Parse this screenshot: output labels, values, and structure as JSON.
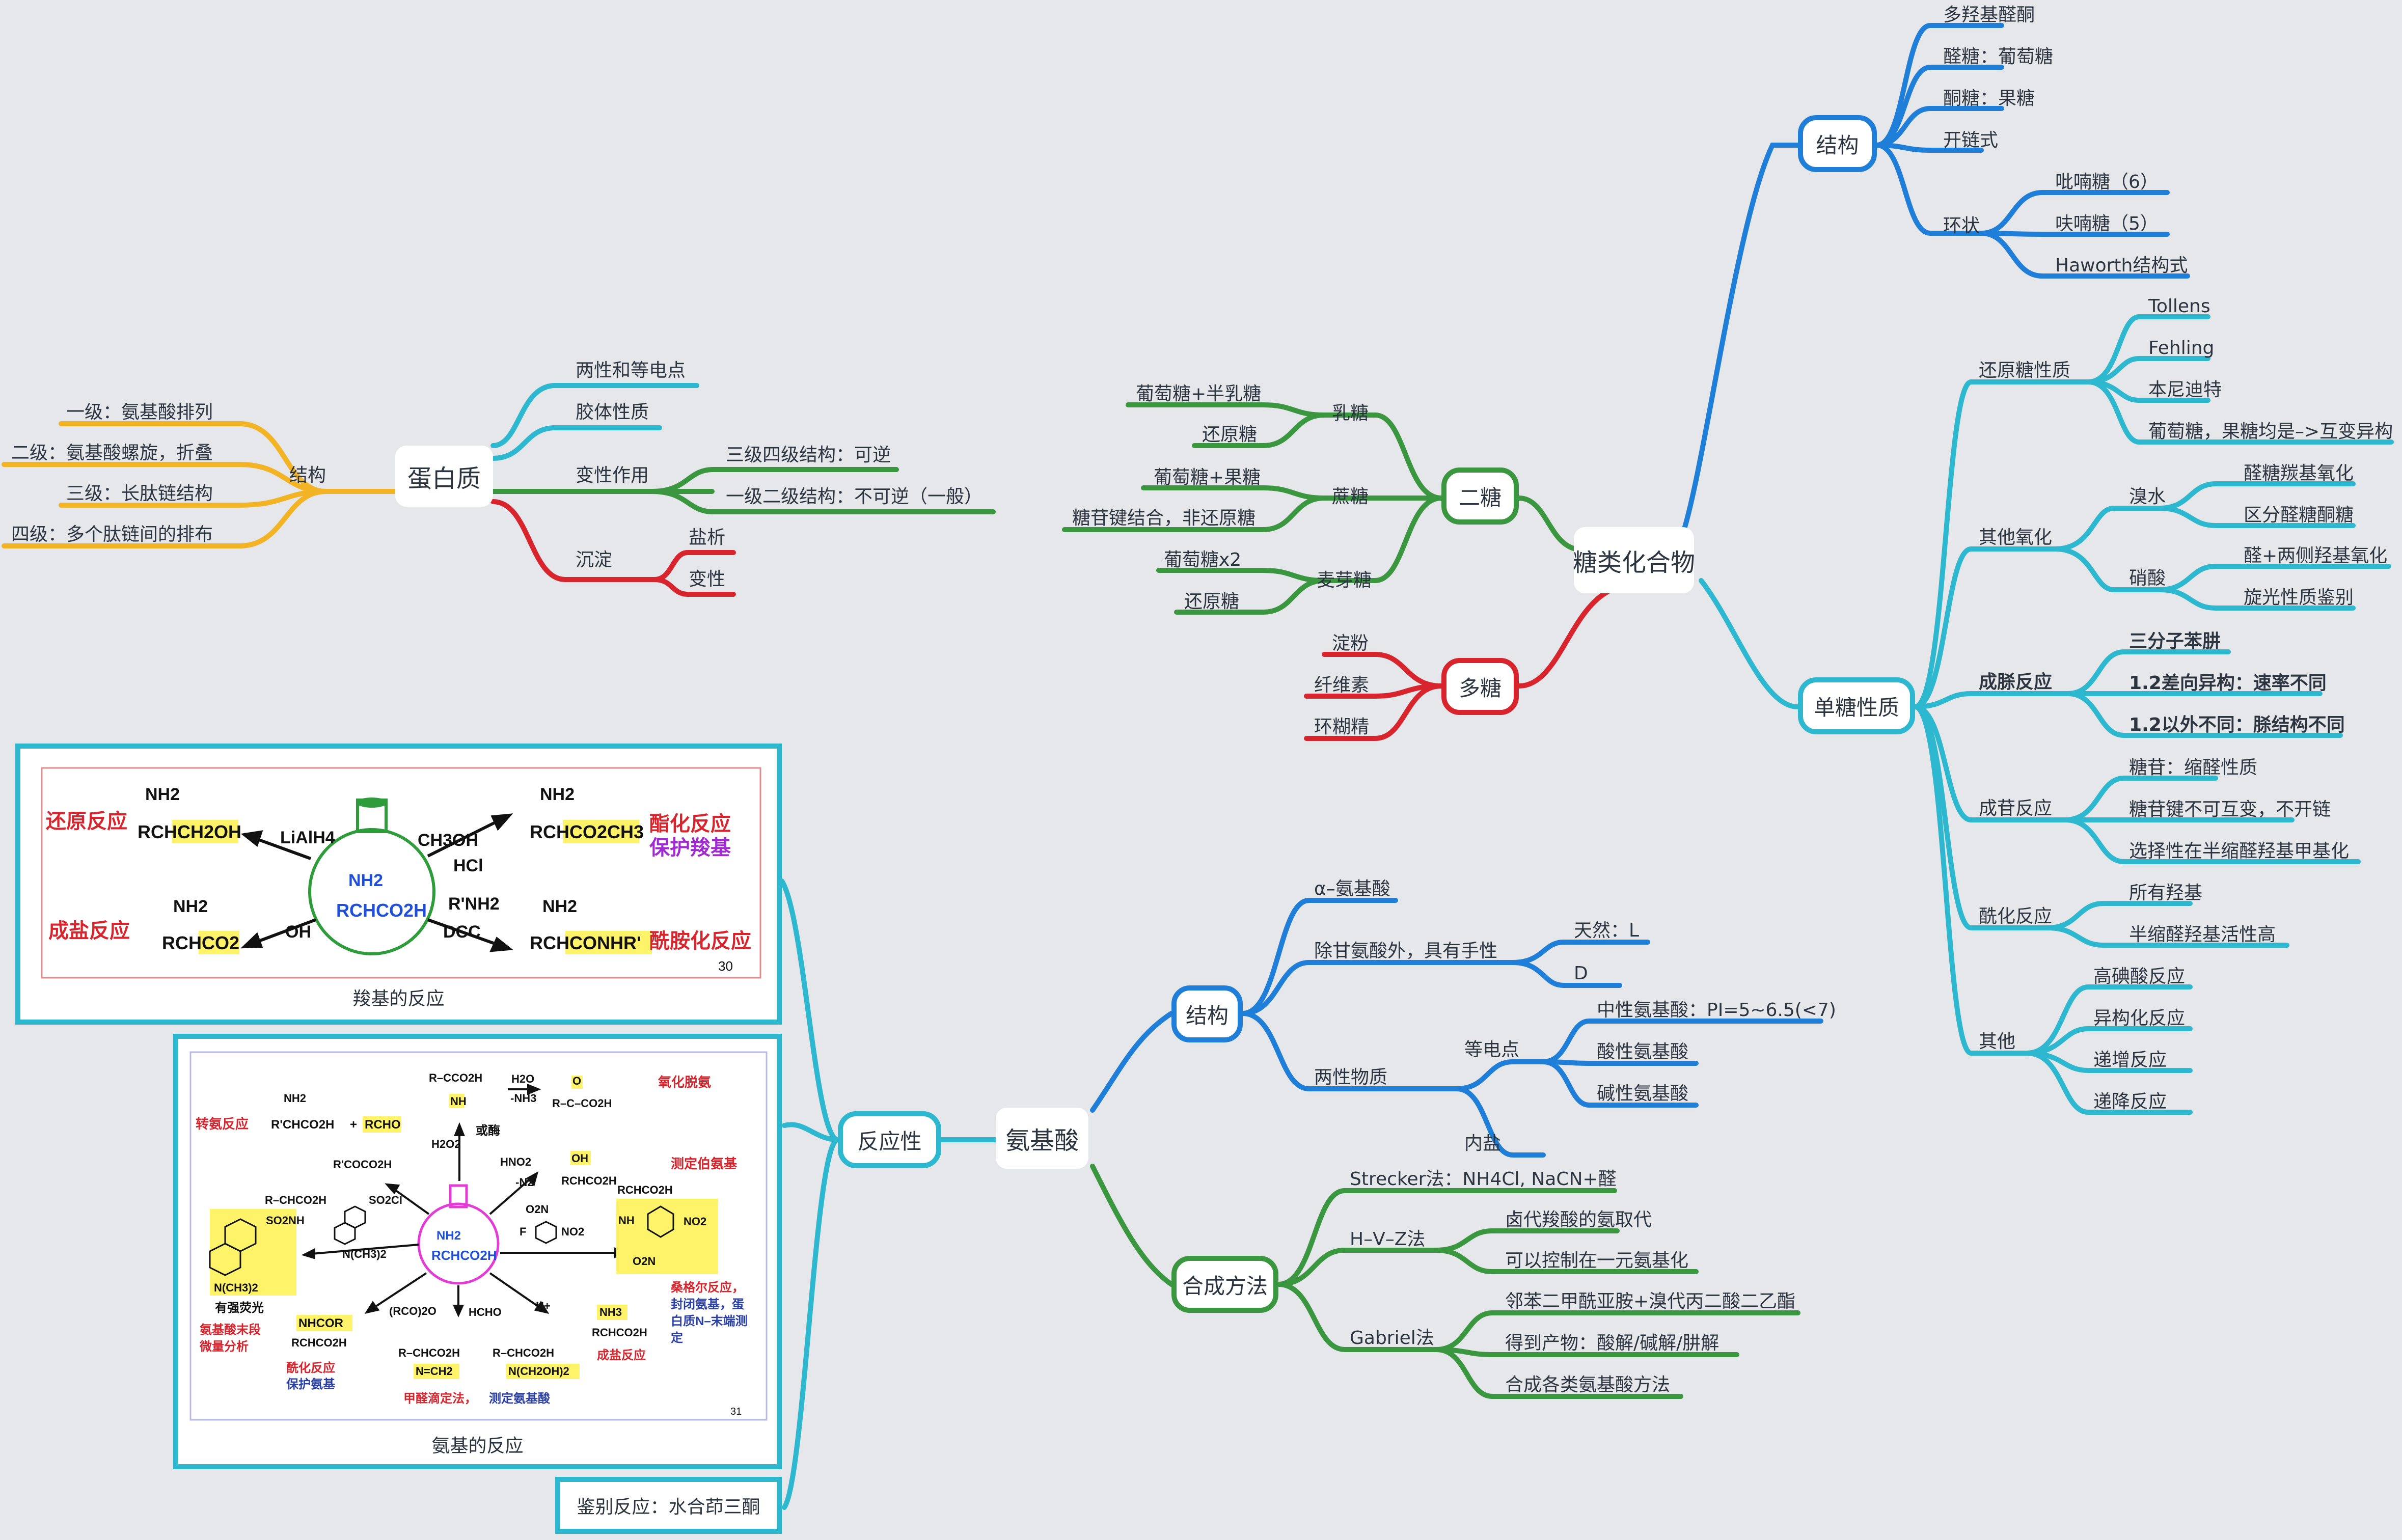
{
  "colors": {
    "blue": "#1f7fd8",
    "teal": "#2db8d0",
    "green": "#3a963f",
    "red": "#d8242c",
    "orange": "#f2b324",
    "bg": "#e6e7ea"
  },
  "roots": {
    "sugar": "糖类化合物",
    "protein": "蛋白质",
    "amino": "氨基酸"
  },
  "protein": {
    "structure": {
      "label": "结构",
      "items": [
        "一级：氨基酸排列",
        "二级：氨基酸螺旋，折叠",
        "三级：长肽链结构",
        "四级：多个肽链间的排布"
      ]
    },
    "amphoteric": "两性和等电点",
    "colloid": "胶体性质",
    "denature": {
      "label": "变性作用",
      "items": [
        "三级四级结构：可逆",
        "一级二级结构：不可逆（一般）"
      ]
    },
    "precipitate": {
      "label": "沉淀",
      "items": [
        "盐析",
        "变性"
      ]
    }
  },
  "sugar": {
    "structure": {
      "label": "结构",
      "items": [
        "多羟基醛酮",
        "醛糖：葡萄糖",
        "酮糖：果糖",
        "开链式"
      ],
      "ring": {
        "label": "环状",
        "items": [
          "吡喃糖（6）",
          "呋喃糖（5）",
          "Haworth结构式"
        ]
      }
    },
    "disaccharide": {
      "label": "二糖",
      "lactose": {
        "label": "乳糖",
        "items": [
          "葡萄糖+半乳糖",
          "还原糖"
        ]
      },
      "sucrose": {
        "label": "蔗糖",
        "items": [
          "葡萄糖+果糖",
          "糖苷键结合，非还原糖"
        ]
      },
      "maltose": {
        "label": "麦芽糖",
        "items": [
          "葡萄糖x2",
          "还原糖"
        ]
      }
    },
    "polysaccharide": {
      "label": "多糖",
      "items": [
        "淀粉",
        "纤维素",
        "环糊精"
      ]
    },
    "mono": {
      "label": "单糖性质",
      "reducing": {
        "label": "还原糖性质",
        "items": [
          "Tollens",
          "Fehling",
          "本尼迪特",
          "葡萄糖，果糖均是–>互变异构"
        ]
      },
      "oxidation": {
        "label": "其他氧化",
        "bromine": {
          "label": "溴水",
          "items": [
            "醛糖羰基氧化",
            "区分醛糖酮糖"
          ]
        },
        "nitric": {
          "label": "硝酸",
          "items": [
            "醛+两侧羟基氧化",
            "旋光性质鉴别"
          ]
        }
      },
      "osazone": {
        "label": "成脎反应",
        "items": [
          "三分子苯肼",
          "1.2差向异构：速率不同",
          "1.2以外不同：脎结构不同"
        ]
      },
      "glycoside": {
        "label": "成苷反应",
        "items": [
          "糖苷：缩醛性质",
          "糖苷键不可互变，不开链",
          "选择性在半缩醛羟基甲基化"
        ]
      },
      "acyl": {
        "label": "酰化反应",
        "items": [
          "所有羟基",
          "半缩醛羟基活性高"
        ]
      },
      "other": {
        "label": "其他",
        "items": [
          "高碘酸反应",
          "异构化反应",
          "递增反应",
          "递降反应"
        ]
      }
    }
  },
  "amino": {
    "structure": {
      "label": "结构",
      "alpha": "α–氨基酸",
      "chiral": {
        "label": "除甘氨酸外，具有手性",
        "items": [
          "天然：L",
          "D"
        ]
      },
      "amphoteric": {
        "label": "两性物质",
        "pi": {
          "label": "等电点",
          "items": [
            "中性氨基酸：PI=5~6.5(<7)",
            "酸性氨基酸",
            "碱性氨基酸"
          ]
        },
        "inner": "内盐"
      }
    },
    "synthesis": {
      "label": "合成方法",
      "strecker": "Strecker法：NH4Cl, NaCN+醛",
      "hvz": {
        "label": "H–V–Z法",
        "items": [
          "卤代羧酸的氨取代",
          "可以控制在一元氨基化"
        ]
      },
      "gabriel": {
        "label": "Gabriel法",
        "items": [
          "邻苯二甲酰亚胺+溴代丙二酸二乙酯",
          "得到产物：酸解/碱解/肼解",
          "合成各类氨基酸方法"
        ]
      }
    },
    "reactivity": {
      "label": "反应性",
      "carboxyl": {
        "caption": "羧基的反应",
        "page": "30",
        "labels": {
          "reduction": "还原反应",
          "esterify": "酯化反应",
          "protect": "保护羧基",
          "salt": "成盐反应",
          "amide": "酰胺化反应"
        },
        "reagents": {
          "lialh4": "LiAlH4",
          "meoh": "CH3OH",
          "hcl": "HCl",
          "rnh2": "R'NH2",
          "dcc": "DCC",
          "oh": "OH"
        },
        "molecules": {
          "center": "RCHCO2H",
          "center_nh2": "NH2",
          "reduced": "RCHCH2OH",
          "ester": "RCHCO2CH3",
          "salt": "RCHCO2",
          "amide": "RCHCONHR'",
          "nh2": "NH2"
        }
      },
      "amino_rx": {
        "caption": "氨基的反应",
        "page": "31",
        "labels": {
          "transamination": "转氨反应",
          "deamination": "氧化脱氨",
          "vanslyke": "测定伯氨基",
          "sanger": "桑格尔反应，",
          "sanger2": "封闭氨基，蛋",
          "sanger3": "白质N–末端测",
          "sanger4": "定",
          "fluoresce": "有强荧光",
          "terminal": "氨基酸末段",
          "micro": "微量分析",
          "acyl": "酰化反应",
          "protect": "保护氨基",
          "formol": "甲醛滴定法，",
          "formol2": "测定氨基酸",
          "salt": "成盐反应"
        },
        "molecules": {
          "rcho": "RCHCO2H",
          "center": "RCHCO2H",
          "center_nh2": "NH2",
          "r_nh2": "NH2",
          "prod1": "R'CHCO2H",
          "rcho2": "RCHO",
          "keto": "R'COCO2H",
          "imine": "R–CCO2H",
          "imine_nh": "NH",
          "h2o": "H2O",
          "nh3": "-NH3",
          "or_enzyme": "或酶",
          "h2o2": "H2O2",
          "ketoacid": "R–C–CO2H",
          "hno2": "HNO2",
          "n2": "-N2",
          "hydroxy": "RCHCO2H",
          "oh": "OH",
          "dns": "R–CHCO2H",
          "so2nh": "SO2NH",
          "so2cl": "SO2Cl",
          "nme2": "N(CH3)2",
          "nme2b": "N(CH3)2",
          "dnfb_o2n": "O2N",
          "dnfb_f": "F",
          "dnfb_no2": "NO2",
          "dnp": "RCHCO2H",
          "dnp_nh": "NH",
          "dnp_no2a": "NO2",
          "dnp_no2b": "O2N",
          "nhcor": "NHCOR",
          "rchco2h": "RCHCO2H",
          "rco2o": "(RCO)2O",
          "hcho": "HCHO",
          "h_plus": "H+",
          "nh3plus": "NH3",
          "saltprod": "RCHCO2H",
          "schiff": "R–CHCO2H",
          "schiff_n": "N=CH2",
          "hyd": "R–CHCO2H",
          "hyd_n": "N(CH2OH)2"
        }
      },
      "ninhydrin": "鉴别反应：水合茚三酮"
    }
  }
}
